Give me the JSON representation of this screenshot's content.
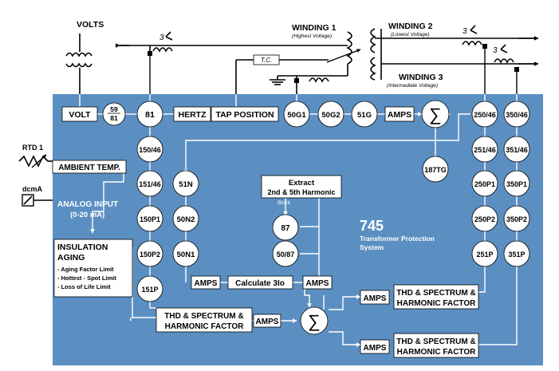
{
  "top": {
    "volts": "VOLTS",
    "winding1": "WINDING 1",
    "winding1_sub": "(Highest Voltage)",
    "winding2": "WINDING 2",
    "winding2_sub": "(Lowest Voltage)",
    "winding3": "WINDING 3",
    "winding3_sub": "(Intermediate Voltage)",
    "tc": "T.C.",
    "ct_label": "3"
  },
  "left": {
    "rtd": "RTD 1",
    "dcma": "dcmA",
    "analog_input": "ANALOG INPUT",
    "analog_range": "(0-20 mA)"
  },
  "product": {
    "model": "745",
    "name_line1": "Transformer Protection",
    "name_line2": "System"
  },
  "boxes": {
    "volt": "VOLT",
    "hertz": "HERTZ",
    "tap_position": "TAP POSITION",
    "amps_top": "AMPS",
    "ambient_temp": "AMBIENT TEMP.",
    "insulation_title_1": "INSULATION",
    "insulation_title_2": "AGING",
    "insulation_items": [
      "- Aging Factor Limit",
      "- Hottest - Spot Limit",
      "- Loss of Life Limit"
    ],
    "extract_1": "Extract",
    "extract_2": "2nd & 5th Harmonic",
    "block": "Block",
    "amps_mid": "AMPS",
    "calc": "Calculate 3Io",
    "amps_right": "AMPS",
    "amps_bottom": "AMPS",
    "thd_1": "THD & SPECTRUM &",
    "thd_2": "HARMONIC FACTOR",
    "amps_r1": "AMPS",
    "amps_r2": "AMPS"
  },
  "devices": {
    "d5981_top": "59",
    "d5981_bot": "81",
    "d81": "81",
    "d50G1": "50G1",
    "d50G2": "50G2",
    "d51G": "51G",
    "d187TG": "187TG",
    "d150_46": "150/46",
    "d151_46": "151/46",
    "d150P1": "150P1",
    "d150P2": "150P2",
    "d151P": "151P",
    "d51N": "51N",
    "d50N2": "50N2",
    "d50N1": "50N1",
    "d87": "87",
    "d50_87": "50/87",
    "d250_46": "250/46",
    "d251_46": "251/46",
    "d250P1": "250P1",
    "d250P2": "250P2",
    "d251P": "251P",
    "d350_46": "350/46",
    "d351_46": "351/46",
    "d350P1": "350P1",
    "d350P2": "350P2",
    "d351P": "351P"
  }
}
